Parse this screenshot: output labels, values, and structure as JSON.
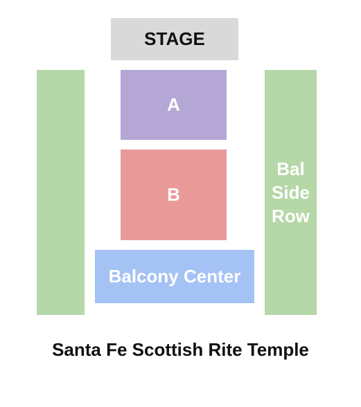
{
  "stage": {
    "label": "STAGE",
    "color": "#d9d9d9"
  },
  "sections": {
    "a": {
      "label": "A",
      "color": "#b4a7d6"
    },
    "b": {
      "label": "B",
      "color": "#ea9999"
    },
    "balcony_center": {
      "label": "Balcony Center",
      "color": "#a4c2f4"
    },
    "balcony_side_left": {
      "label": "",
      "color": "#b6d7a8"
    },
    "balcony_side_right": {
      "label": "Bal\nSide\nRow",
      "color": "#b6d7a8"
    }
  },
  "venue": {
    "name": "Santa Fe Scottish Rite Temple"
  }
}
